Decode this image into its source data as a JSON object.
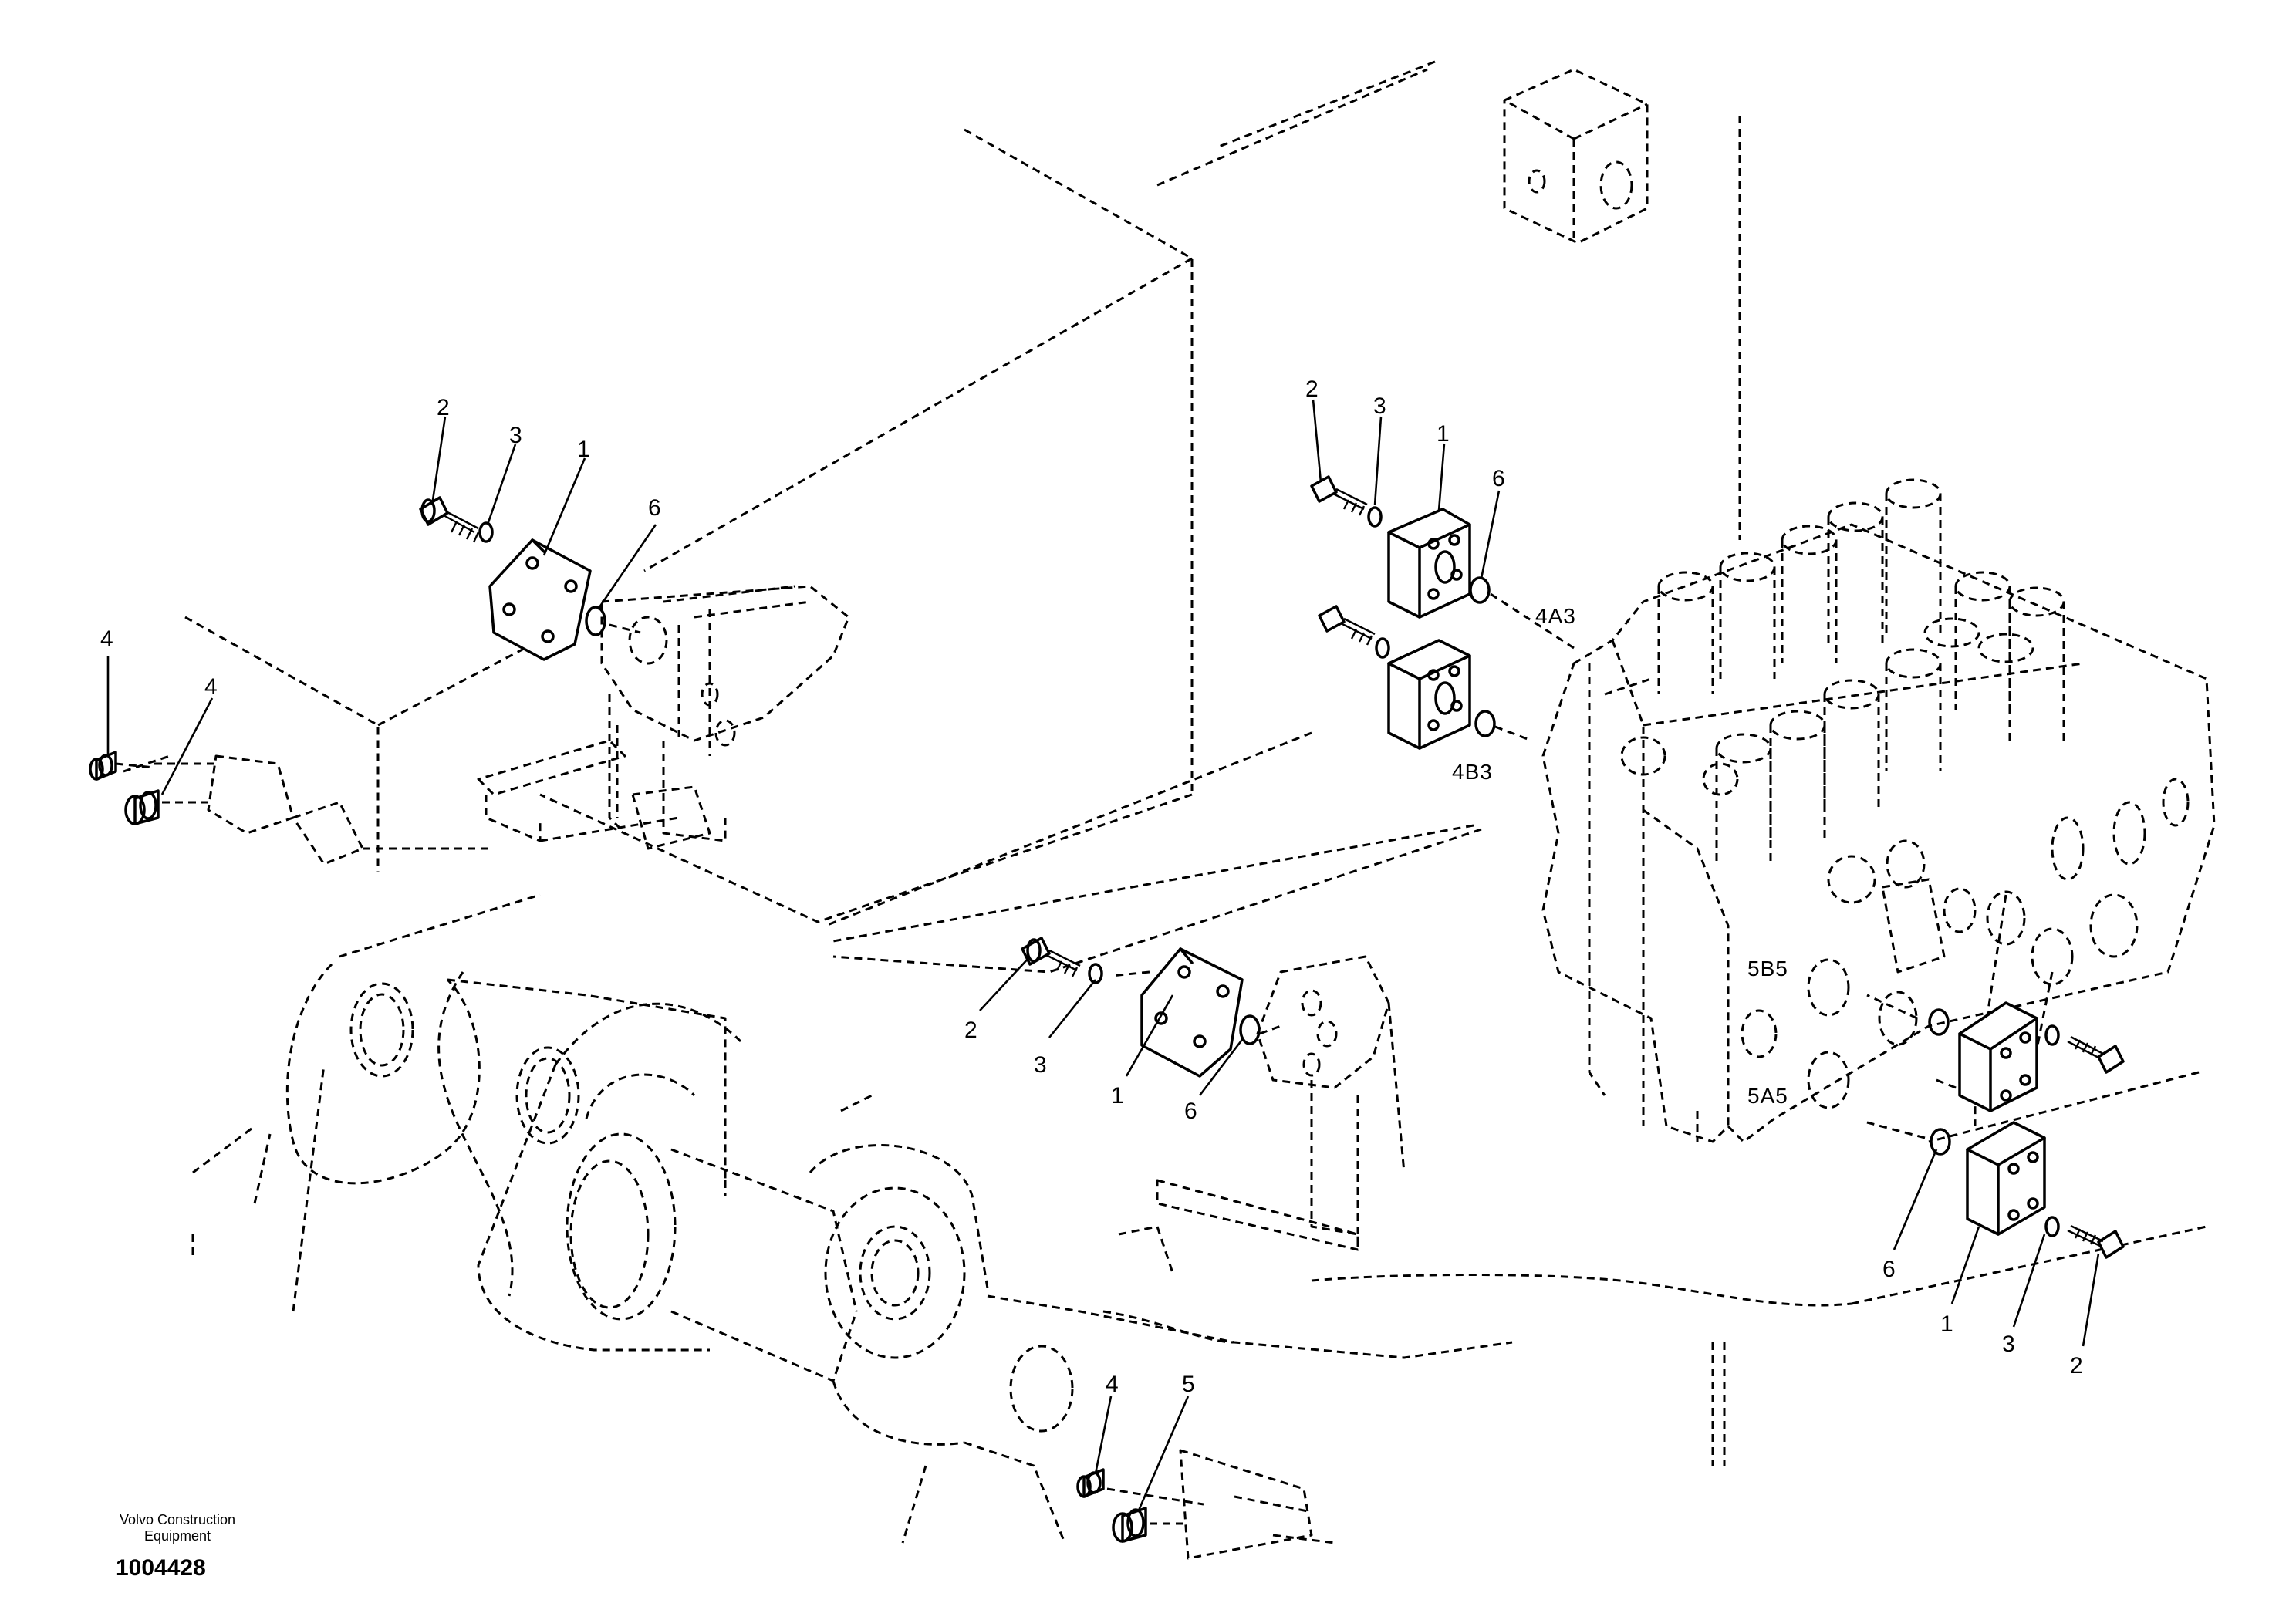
{
  "brand": {
    "line1": "Volvo Construction",
    "line2": "Equipment"
  },
  "drawing_number": "1004428",
  "callouts": {
    "a1": "1",
    "a2": "2",
    "a3": "3",
    "a6": "6",
    "a4a": "4",
    "a4b": "4",
    "b1": "1",
    "b2": "2",
    "b3": "3",
    "b6": "6",
    "c1": "1",
    "c2": "2",
    "c3": "3",
    "c6": "6",
    "d1": "1",
    "d2": "2",
    "d3": "3",
    "d6": "6",
    "e4": "4",
    "e5": "5"
  },
  "ports": {
    "p4a3": "4A3",
    "p4b3": "4B3",
    "p5b5": "5B5",
    "p5a5": "5A5"
  }
}
